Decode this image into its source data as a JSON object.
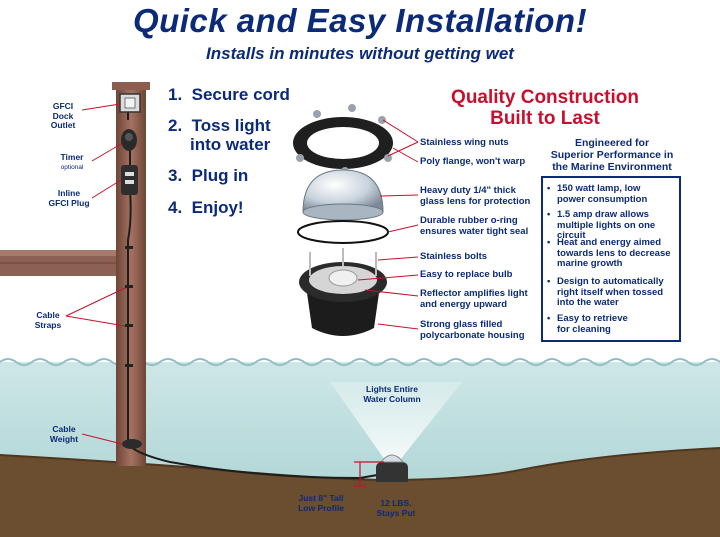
{
  "header": {
    "title": "Quick and Easy Installation!",
    "subtitle": "Installs in minutes without getting wet"
  },
  "steps": [
    {
      "num": "1.",
      "text": "Secure cord"
    },
    {
      "num": "2.",
      "line1": "Toss light",
      "line2": "into water"
    },
    {
      "num": "3.",
      "text": "Plug in"
    },
    {
      "num": "4.",
      "text": "Enjoy!"
    }
  ],
  "quality": {
    "line1": "Quality Construction",
    "line2": "Built to Last"
  },
  "engineered": {
    "line1": "Engineered for",
    "line2": "Superior Performance in",
    "line3": "the Marine Environment"
  },
  "features": [
    {
      "l1": "150 watt lamp, low",
      "l2": "power consumption"
    },
    {
      "l1": "1.5 amp draw allows",
      "l2": "multiple lights on one circuit"
    },
    {
      "l1": "Heat and energy aimed",
      "l2": "towards lens to decrease",
      "l3": "marine growth"
    },
    {
      "l1": "Design to automatically",
      "l2": "right itself when tossed",
      "l3": "into the water"
    },
    {
      "l1": "Easy to retrieve",
      "l2": "for cleaning"
    }
  ],
  "parts": [
    {
      "l1": "Stainless wing nuts"
    },
    {
      "l1": "Poly flange, won't warp"
    },
    {
      "l1": "Heavy duty 1/4\" thick",
      "l2": "glass lens for protection"
    },
    {
      "l1": "Durable rubber o-ring",
      "l2": "ensures water tight seal"
    },
    {
      "l1": "Stainless bolts"
    },
    {
      "l1": "Easy to replace bulb"
    },
    {
      "l1": "Reflector amplifies light",
      "l2": "and energy upward"
    },
    {
      "l1": "Strong glass filled",
      "l2": "polycarbonate housing"
    }
  ],
  "dock_labels": {
    "gfci_outlet": {
      "l1": "GFCI",
      "l2": "Dock Outlet"
    },
    "timer": {
      "l1": "Timer",
      "note": "optional"
    },
    "inline_plug": {
      "l1": "Inline",
      "l2": "GFCI Plug"
    },
    "cable_straps": {
      "l1": "Cable",
      "l2": "Straps"
    },
    "cable_weight": {
      "l1": "Cable",
      "l2": "Weight"
    }
  },
  "water_labels": {
    "lights": {
      "l1": "Lights Entire",
      "l2": "Water Column"
    },
    "profile": {
      "l1": "Just 8\" Tall",
      "l2": "Low Profile"
    },
    "weight": {
      "l1": "12 LBS.",
      "l2": "Stays Put"
    }
  },
  "colors": {
    "navy": "#0b2a78",
    "red": "#c8102e",
    "water": "#b9dcdd",
    "ground": "#6b4d2f",
    "dock": "#86594a"
  }
}
